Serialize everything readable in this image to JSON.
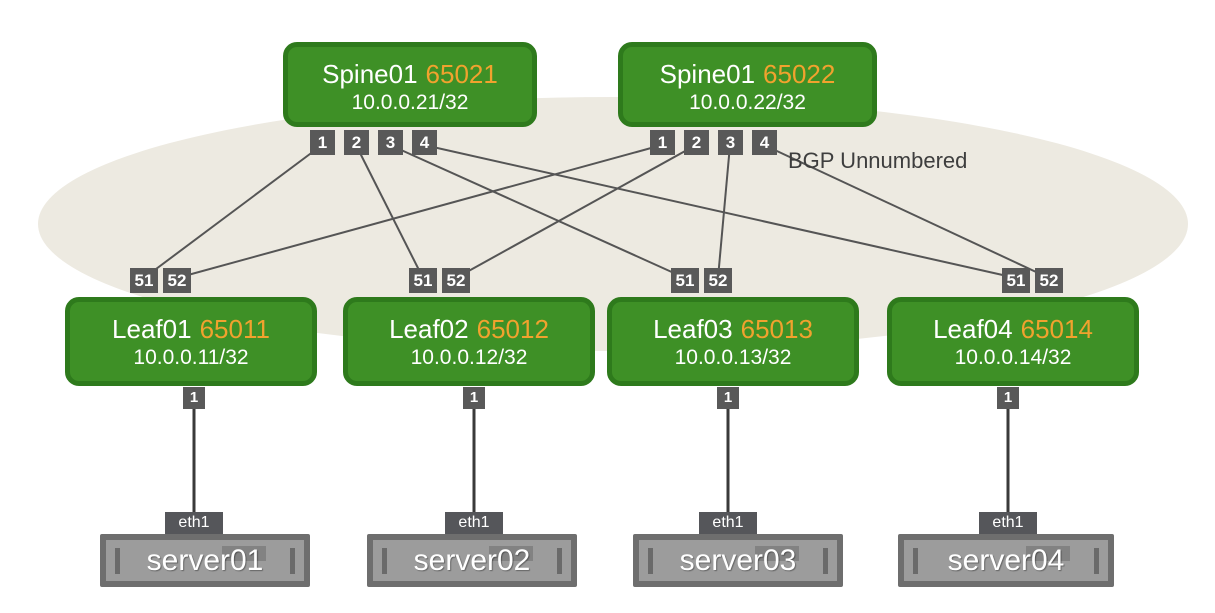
{
  "diagram": {
    "annotation": "BGP Unnumbered",
    "spines": [
      {
        "name": "Spine01",
        "asn": "65021",
        "ip": "10.0.0.21/32",
        "ports": [
          "1",
          "2",
          "3",
          "4"
        ]
      },
      {
        "name": "Spine01",
        "asn": "65022",
        "ip": "10.0.0.22/32",
        "ports": [
          "1",
          "2",
          "3",
          "4"
        ]
      }
    ],
    "leaves": [
      {
        "name": "Leaf01",
        "asn": "65011",
        "ip": "10.0.0.11/32",
        "uplink_ports": [
          "51",
          "52"
        ],
        "host_port": "1"
      },
      {
        "name": "Leaf02",
        "asn": "65012",
        "ip": "10.0.0.12/32",
        "uplink_ports": [
          "51",
          "52"
        ],
        "host_port": "1"
      },
      {
        "name": "Leaf03",
        "asn": "65013",
        "ip": "10.0.0.13/32",
        "uplink_ports": [
          "51",
          "52"
        ],
        "host_port": "1"
      },
      {
        "name": "Leaf04",
        "asn": "65014",
        "ip": "10.0.0.14/32",
        "uplink_ports": [
          "51",
          "52"
        ],
        "host_port": "1"
      }
    ],
    "servers": [
      {
        "name": "server01",
        "port": "eth1"
      },
      {
        "name": "server02",
        "port": "eth1"
      },
      {
        "name": "server03",
        "port": "eth1"
      },
      {
        "name": "server04",
        "port": "eth1"
      }
    ],
    "links": [
      {
        "from": "Spine01-65021:1",
        "to": "Leaf01:51"
      },
      {
        "from": "Spine01-65021:2",
        "to": "Leaf02:51"
      },
      {
        "from": "Spine01-65021:3",
        "to": "Leaf03:51"
      },
      {
        "from": "Spine01-65021:4",
        "to": "Leaf04:51"
      },
      {
        "from": "Spine01-65022:1",
        "to": "Leaf01:52"
      },
      {
        "from": "Spine01-65022:2",
        "to": "Leaf02:52"
      },
      {
        "from": "Spine01-65022:3",
        "to": "Leaf03:52"
      },
      {
        "from": "Spine01-65022:4",
        "to": "Leaf04:52"
      },
      {
        "from": "Leaf01:1",
        "to": "server01:eth1"
      },
      {
        "from": "Leaf02:1",
        "to": "server02:eth1"
      },
      {
        "from": "Leaf03:1",
        "to": "server03:eth1"
      },
      {
        "from": "Leaf04:1",
        "to": "server04:eth1"
      }
    ],
    "colors": {
      "node_fill": "#3E9026",
      "node_border": "#2E7A1C",
      "asn_text": "#F1A22E",
      "port_fill": "#595959",
      "link_line": "#555555",
      "ellipse_fill": "#EDEAE1",
      "server_border": "#6E6E6E",
      "server_fill": "#9C9C9C",
      "annotation_text": "#3E3E3E"
    }
  }
}
